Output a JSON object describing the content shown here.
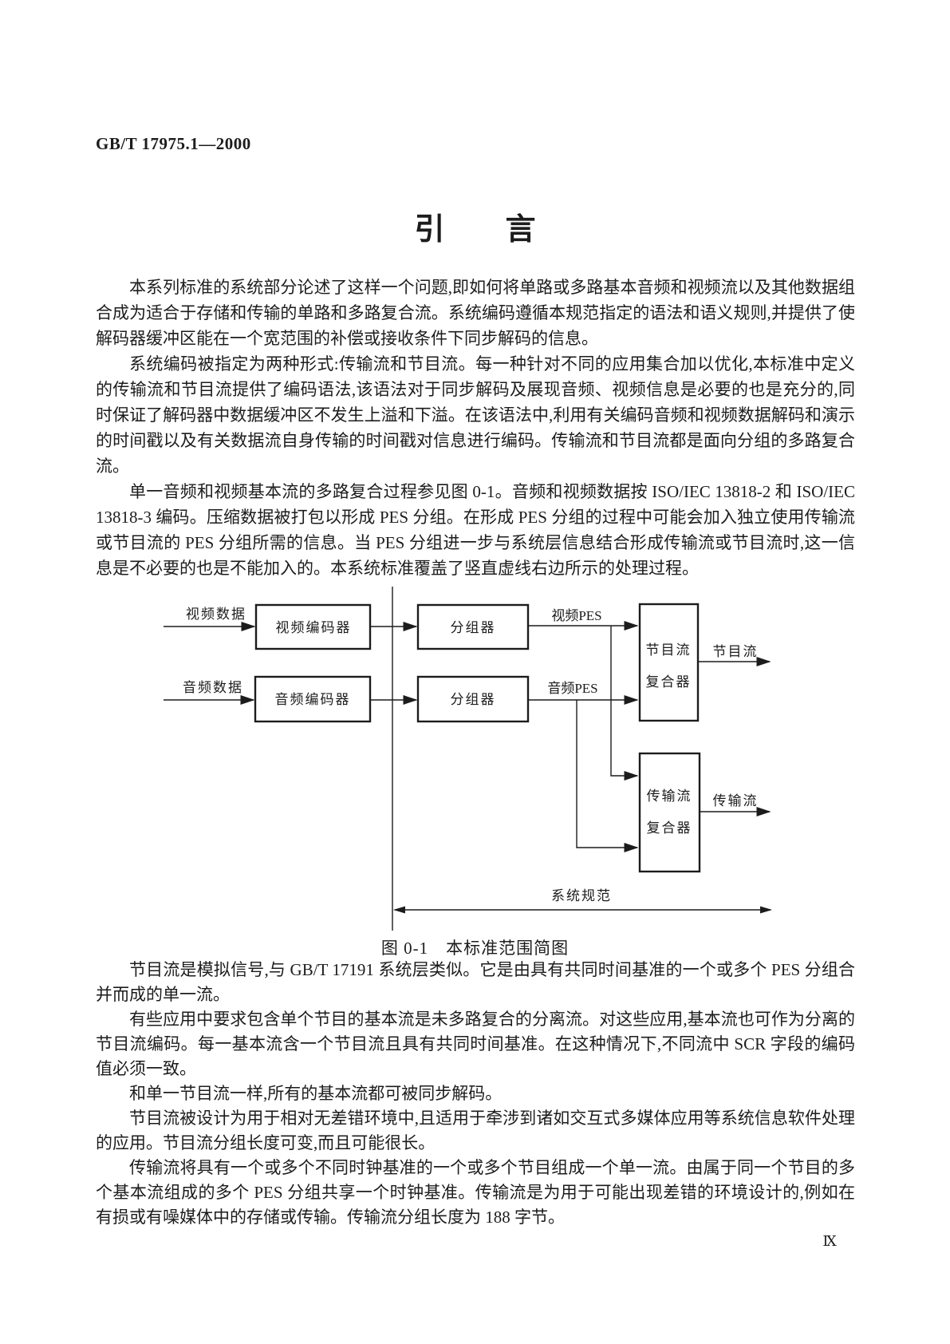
{
  "header": {
    "doc_number": "GB/T 17975.1—2000"
  },
  "title": "引　　言",
  "intro_paragraphs": [
    "本系列标准的系统部分论述了这样一个问题,即如何将单路或多路基本音频和视频流以及其他数据组合成为适合于存储和传输的单路和多路复合流。系统编码遵循本规范指定的语法和语义规则,并提供了使解码器缓冲区能在一个宽范围的补偿或接收条件下同步解码的信息。",
    "系统编码被指定为两种形式:传输流和节目流。每一种针对不同的应用集合加以优化,本标准中定义的传输流和节目流提供了编码语法,该语法对于同步解码及展现音频、视频信息是必要的也是充分的,同时保证了解码器中数据缓冲区不发生上溢和下溢。在该语法中,利用有关编码音频和视频数据解码和演示的时间戳以及有关数据流自身传输的时间戳对信息进行编码。传输流和节目流都是面向分组的多路复合流。",
    "单一音频和视频基本流的多路复合过程参见图 0-1。音频和视频数据按 ISO/IEC 13818-2 和 ISO/IEC 13818-3 编码。压缩数据被打包以形成 PES 分组。在形成 PES 分组的过程中可能会加入独立使用传输流或节目流的 PES 分组所需的信息。当 PES 分组进一步与系统层信息结合形成传输流或节目流时,这一信息是不必要的也是不能加入的。本系统标准覆盖了竖直虚线右边所示的处理过程。"
  ],
  "figure": {
    "caption": "图 0-1　本标准范围简图",
    "labels": {
      "video_data": "视频数据",
      "video_encoder": "视频编码器",
      "packetizer_video": "分组器",
      "video_pes": "视频PES",
      "audio_data": "音频数据",
      "audio_encoder": "音频编码器",
      "packetizer_audio": "分组器",
      "audio_pes": "音频PES",
      "ps_mux_line1": "节目流",
      "ps_mux_line2": "复合器",
      "program_stream_out": "节目流",
      "ts_mux_line1": "传输流",
      "ts_mux_line2": "复合器",
      "transport_stream_out": "传输流",
      "system_spec": "系统规范"
    }
  },
  "body_paragraphs": [
    "节目流是模拟信号,与 GB/T 17191 系统层类似。它是由具有共同时间基准的一个或多个 PES 分组合并而成的单一流。",
    "有些应用中要求包含单个节目的基本流是未多路复合的分离流。对这些应用,基本流也可作为分离的节目流编码。每一基本流含一个节目流且具有共同时间基准。在这种情况下,不同流中 SCR 字段的编码值必须一致。",
    "和单一节目流一样,所有的基本流都可被同步解码。",
    "节目流被设计为用于相对无差错环境中,且适用于牵涉到诸如交互式多媒体应用等系统信息软件处理的应用。节目流分组长度可变,而且可能很长。",
    "传输流将具有一个或多个不同时钟基准的一个或多个节目组成一个单一流。由属于同一个节目的多个基本流组成的多个 PES 分组共享一个时钟基准。传输流是为用于可能出现差错的环境设计的,例如在有损或有噪媒体中的存储或传输。传输流分组长度为 188 字节。"
  ],
  "page_number": "Ⅸ"
}
